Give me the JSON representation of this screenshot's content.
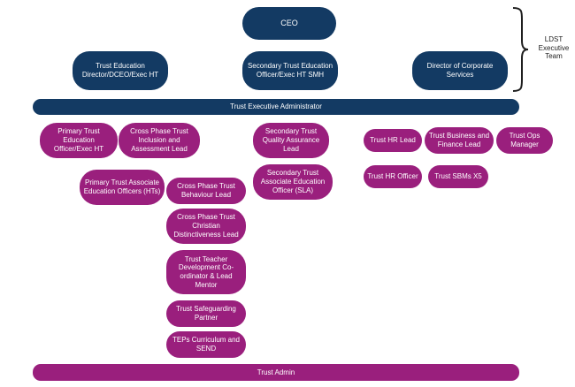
{
  "exec_team_label": "LDST Executive Team",
  "colors": {
    "navy": "#133a63",
    "plum": "#9a1f7d"
  },
  "nodes": {
    "ceo": "CEO",
    "trust_education_director": "Trust Education Director/DCEO/Exec HT",
    "secondary_trust_education_officer": "Secondary Trust Education Officer/Exec HT SMH",
    "director_corporate_services": "Director of Corporate Services",
    "trust_executive_administrator": "Trust Executive Administrator",
    "primary_trust_education_officer": "Primary Trust Education Officer/Exec HT",
    "cross_phase_inclusion_lead": "Cross Phase Trust Inclusion and Assessment Lead",
    "primary_associate_education_officers": "Primary Trust Associate Education Officers (HTs)",
    "cross_phase_behaviour_lead": "Cross Phase Trust Behaviour Lead",
    "cross_phase_christian_lead": "Cross Phase Trust Christian Distinctiveness Lead",
    "teacher_development_coordinator": "Trust Teacher Development Co-ordinator & Lead Mentor",
    "safeguarding_partner": "Trust Safeguarding Partner",
    "teps_curriculum_send": "TEPs Curriculum and SEND",
    "secondary_quality_assurance_lead": "Secondary Trust Quality Assurance Lead",
    "secondary_associate_education_officer": "Secondary Trust Associate Education Officer (SLA)",
    "hr_lead": "Trust HR Lead",
    "business_finance_lead": "Trust Business and Finance Lead",
    "ops_manager": "Trust Ops Manager",
    "hr_officer": "Trust HR Officer",
    "sbms": "Trust SBMs X5",
    "trust_admin": "Trust Admin"
  }
}
